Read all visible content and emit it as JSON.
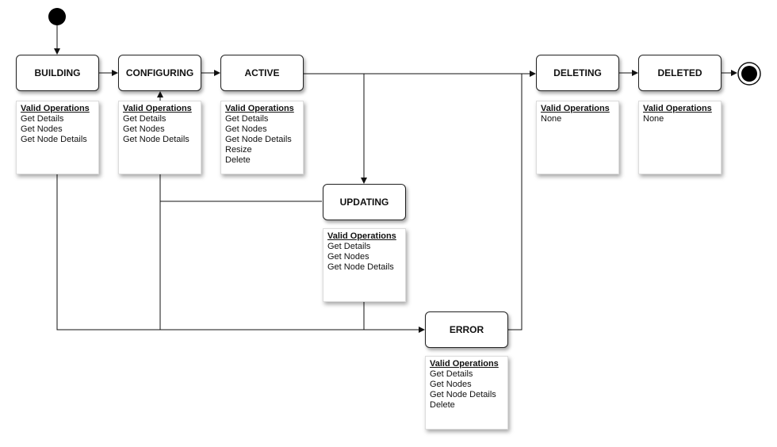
{
  "states": [
    {
      "id": "building",
      "label": "BUILDING",
      "notes_header": "Valid Operations",
      "operations": [
        "Get Details",
        "Get Nodes",
        "Get Node Details"
      ]
    },
    {
      "id": "configuring",
      "label": "CONFIGURING",
      "notes_header": "Valid Operations",
      "operations": [
        "Get Details",
        "Get Nodes",
        "Get Node Details"
      ]
    },
    {
      "id": "active",
      "label": "ACTIVE",
      "notes_header": "Valid Operations",
      "operations": [
        "Get Details",
        "Get Nodes",
        "Get Node Details",
        "Resize",
        "Delete"
      ]
    },
    {
      "id": "updating",
      "label": "UPDATING",
      "notes_header": "Valid Operations",
      "operations": [
        "Get Details",
        "Get Nodes",
        "Get Node Details"
      ]
    },
    {
      "id": "error",
      "label": "ERROR",
      "notes_header": "Valid Operations",
      "operations": [
        "Get Details",
        "Get Nodes",
        "Get Node Details",
        "Delete"
      ]
    },
    {
      "id": "deleting",
      "label": "DELETING",
      "notes_header": "Valid Operations",
      "operations": [
        "None"
      ]
    },
    {
      "id": "deleted",
      "label": "DELETED",
      "notes_header": "Valid Operations",
      "operations": [
        "None"
      ]
    }
  ],
  "transitions": [
    {
      "from": "start",
      "to": "building"
    },
    {
      "from": "building",
      "to": "configuring"
    },
    {
      "from": "configuring",
      "to": "active"
    },
    {
      "from": "active",
      "to": "updating"
    },
    {
      "from": "active",
      "to": "deleting"
    },
    {
      "from": "updating",
      "to": "configuring"
    },
    {
      "from": "building",
      "to": "error"
    },
    {
      "from": "configuring",
      "to": "error"
    },
    {
      "from": "updating",
      "to": "error"
    },
    {
      "from": "error",
      "to": "deleting"
    },
    {
      "from": "deleting",
      "to": "deleted"
    },
    {
      "from": "deleted",
      "to": "end"
    }
  ]
}
